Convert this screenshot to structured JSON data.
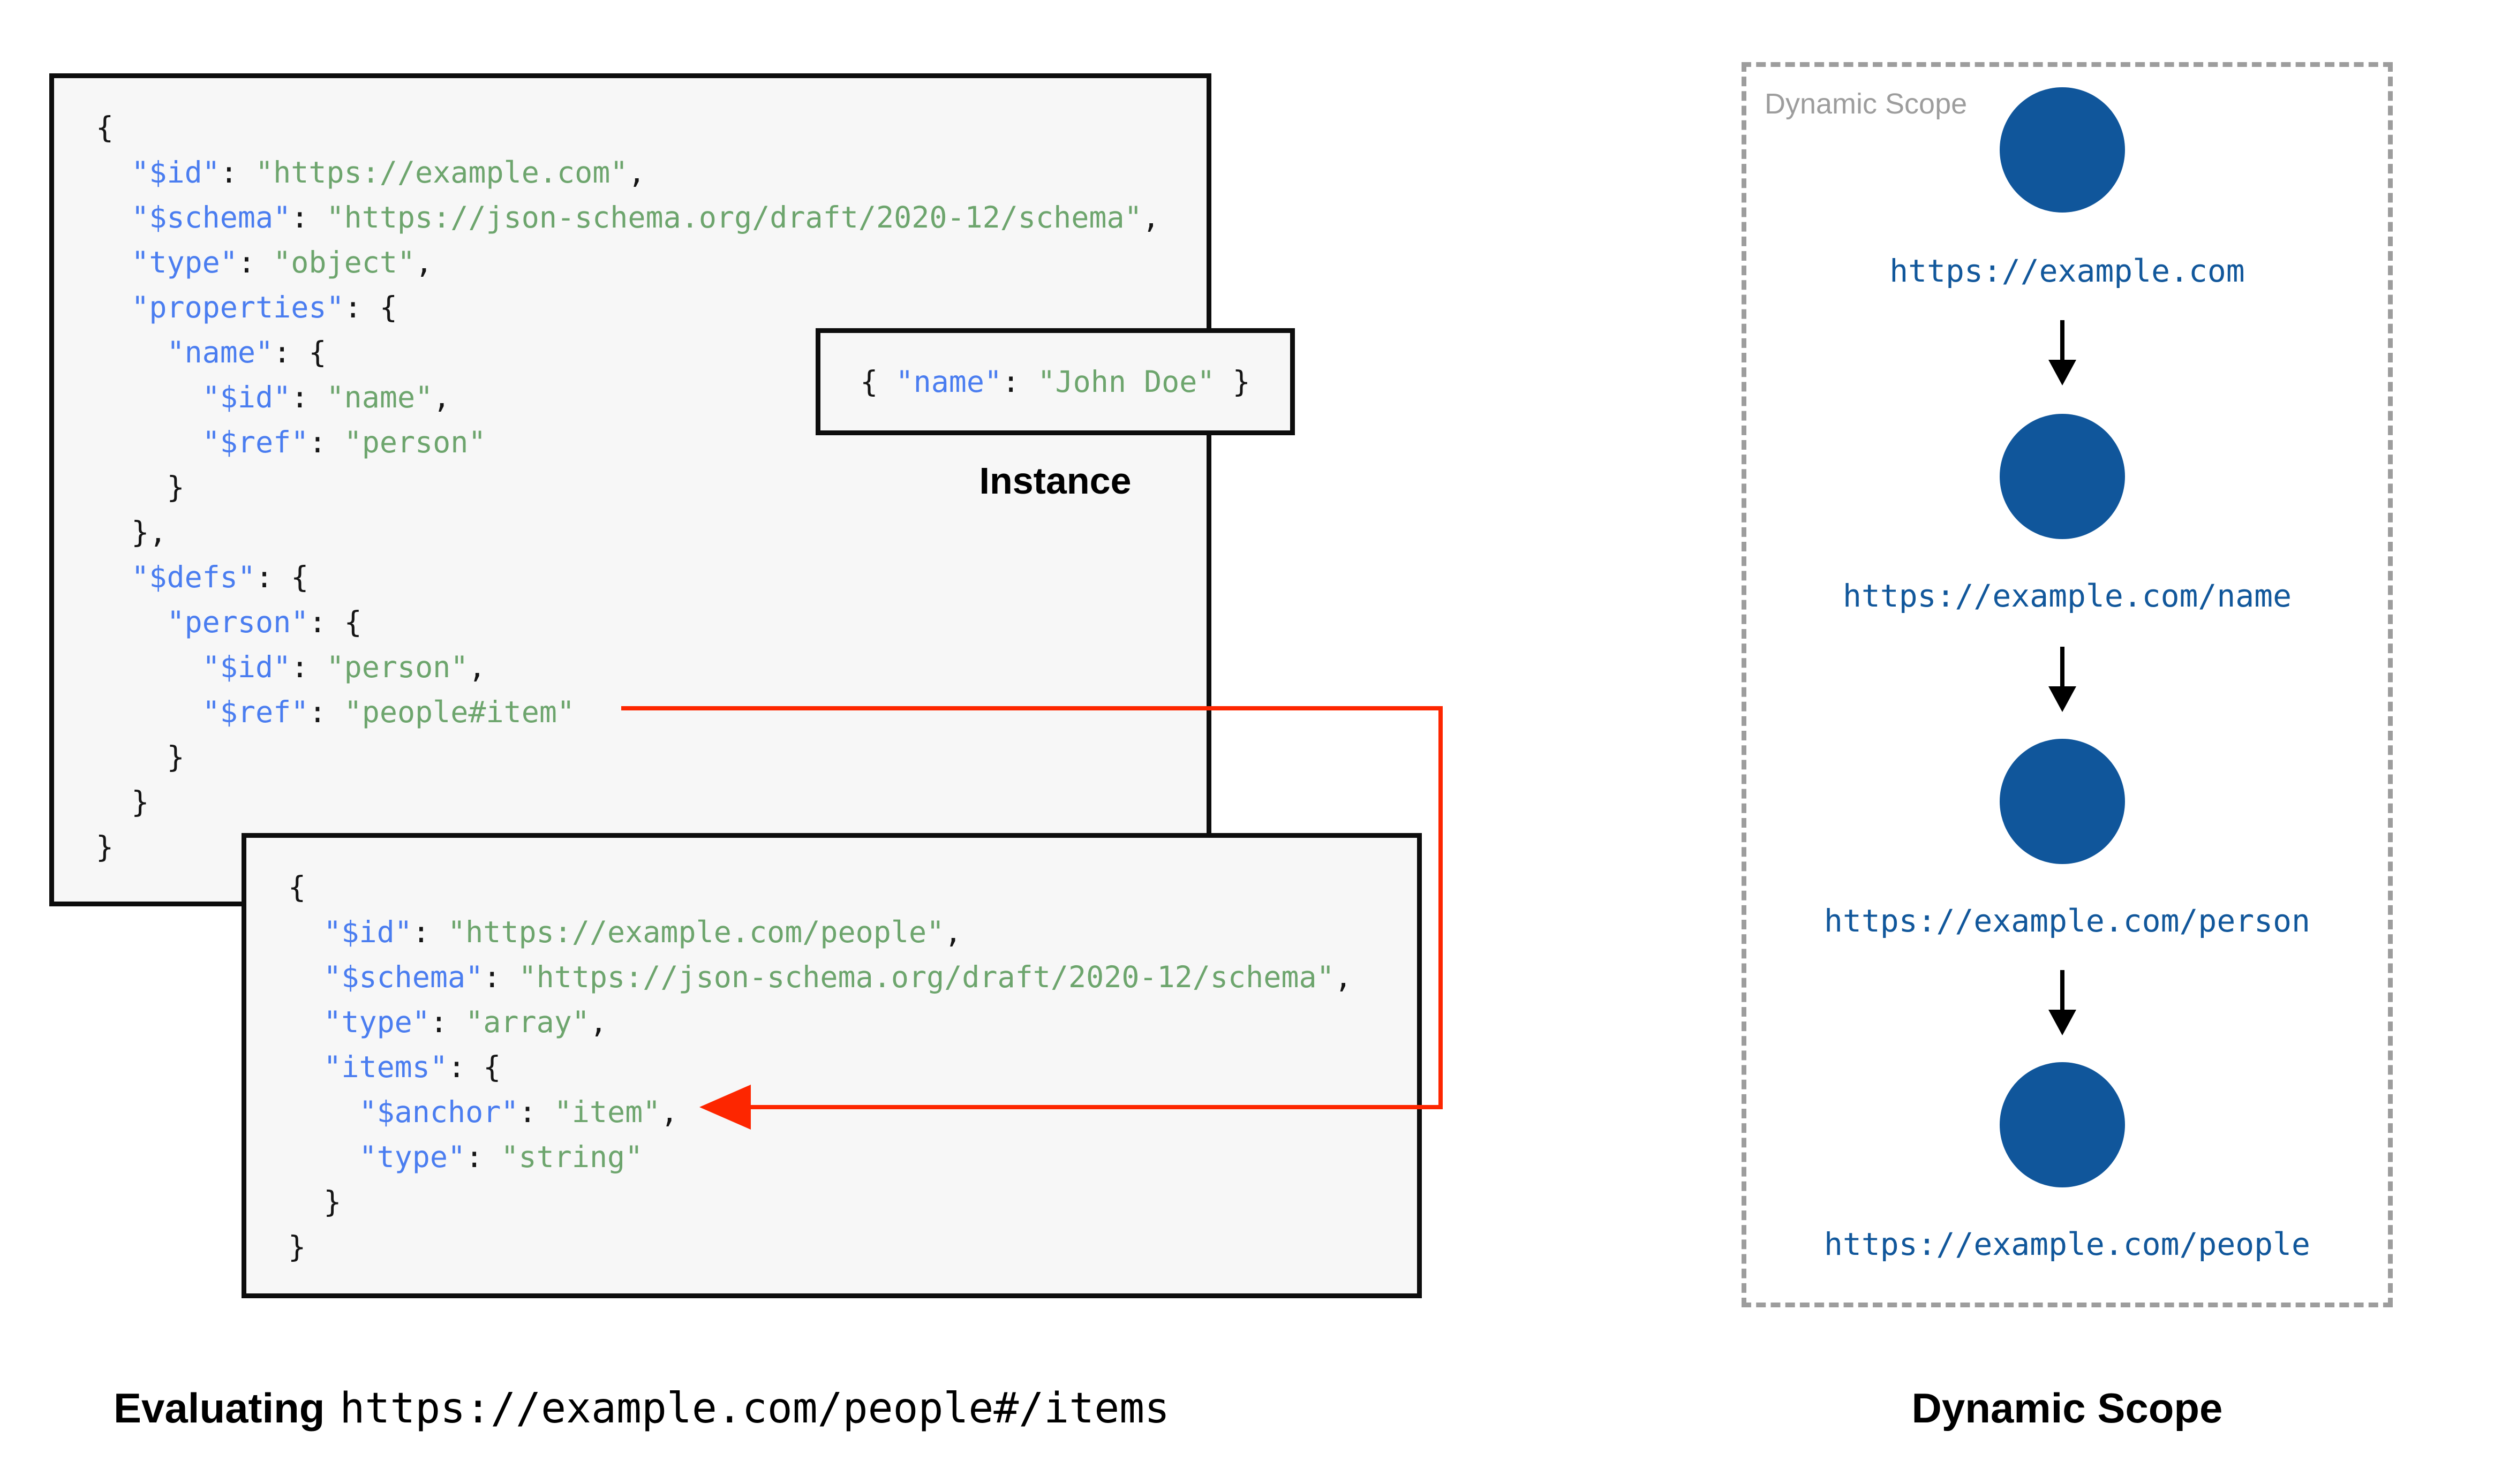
{
  "colors": {
    "key-blue": "#4a7df0",
    "string-green": "#6da56d",
    "punct-black": "#151515",
    "node-blue": "#10569b",
    "node-label-blue": "#11579b",
    "arrow-red": "#fd2600",
    "muted-gray": "#9d9d9d",
    "box-bg": "#f7f7f7",
    "box-border": "#0d0d0d",
    "caption-black": "#000000"
  },
  "schema1": {
    "lines": [
      [
        [
          "p",
          "{"
        ]
      ],
      [
        [
          "p",
          "  "
        ],
        [
          "k",
          "\"$id\""
        ],
        [
          "p",
          ": "
        ],
        [
          "s",
          "\"https://example.com\""
        ],
        [
          "p",
          ","
        ]
      ],
      [
        [
          "p",
          "  "
        ],
        [
          "k",
          "\"$schema\""
        ],
        [
          "p",
          ": "
        ],
        [
          "s",
          "\"https://json-schema.org/draft/2020-12/schema\""
        ],
        [
          "p",
          ","
        ]
      ],
      [
        [
          "p",
          "  "
        ],
        [
          "k",
          "\"type\""
        ],
        [
          "p",
          ": "
        ],
        [
          "s",
          "\"object\""
        ],
        [
          "p",
          ","
        ]
      ],
      [
        [
          "p",
          "  "
        ],
        [
          "k",
          "\"properties\""
        ],
        [
          "p",
          ": {"
        ]
      ],
      [
        [
          "p",
          "    "
        ],
        [
          "k",
          "\"name\""
        ],
        [
          "p",
          ": {"
        ]
      ],
      [
        [
          "p",
          "      "
        ],
        [
          "k",
          "\"$id\""
        ],
        [
          "p",
          ": "
        ],
        [
          "s",
          "\"name\""
        ],
        [
          "p",
          ","
        ]
      ],
      [
        [
          "p",
          "      "
        ],
        [
          "k",
          "\"$ref\""
        ],
        [
          "p",
          ": "
        ],
        [
          "s",
          "\"person\""
        ]
      ],
      [
        [
          "p",
          "    }"
        ]
      ],
      [
        [
          "p",
          "  },"
        ]
      ],
      [
        [
          "p",
          "  "
        ],
        [
          "k",
          "\"$defs\""
        ],
        [
          "p",
          ": {"
        ]
      ],
      [
        [
          "p",
          "    "
        ],
        [
          "k",
          "\"person\""
        ],
        [
          "p",
          ": {"
        ]
      ],
      [
        [
          "p",
          "      "
        ],
        [
          "k",
          "\"$id\""
        ],
        [
          "p",
          ": "
        ],
        [
          "s",
          "\"person\""
        ],
        [
          "p",
          ","
        ]
      ],
      [
        [
          "p",
          "      "
        ],
        [
          "k",
          "\"$ref\""
        ],
        [
          "p",
          ": "
        ],
        [
          "s",
          "\"people#item\""
        ]
      ],
      [
        [
          "p",
          "    }"
        ]
      ],
      [
        [
          "p",
          "  }"
        ]
      ],
      [
        [
          "p",
          "}"
        ]
      ]
    ]
  },
  "schema2": {
    "lines": [
      [
        [
          "p",
          "{"
        ]
      ],
      [
        [
          "p",
          "  "
        ],
        [
          "k",
          "\"$id\""
        ],
        [
          "p",
          ": "
        ],
        [
          "s",
          "\"https://example.com/people\""
        ],
        [
          "p",
          ","
        ]
      ],
      [
        [
          "p",
          "  "
        ],
        [
          "k",
          "\"$schema\""
        ],
        [
          "p",
          ": "
        ],
        [
          "s",
          "\"https://json-schema.org/draft/2020-12/schema\""
        ],
        [
          "p",
          ","
        ]
      ],
      [
        [
          "p",
          "  "
        ],
        [
          "k",
          "\"type\""
        ],
        [
          "p",
          ": "
        ],
        [
          "s",
          "\"array\""
        ],
        [
          "p",
          ","
        ]
      ],
      [
        [
          "p",
          "  "
        ],
        [
          "k",
          "\"items\""
        ],
        [
          "p",
          ": {"
        ]
      ],
      [
        [
          "p",
          "    "
        ],
        [
          "k",
          "\"$anchor\""
        ],
        [
          "p",
          ": "
        ],
        [
          "s",
          "\"item\""
        ],
        [
          "p",
          ","
        ]
      ],
      [
        [
          "p",
          "    "
        ],
        [
          "k",
          "\"type\""
        ],
        [
          "p",
          ": "
        ],
        [
          "s",
          "\"string\""
        ]
      ],
      [
        [
          "p",
          "  }"
        ]
      ],
      [
        [
          "p",
          "}"
        ]
      ]
    ]
  },
  "instance": {
    "label": "Instance",
    "lines": [
      [
        [
          "p",
          "{ "
        ],
        [
          "k",
          "\"name\""
        ],
        [
          "p",
          ": "
        ],
        [
          "s",
          "\"John Doe\""
        ],
        [
          "p",
          " }"
        ]
      ]
    ]
  },
  "scope_panel": {
    "watermark": "Dynamic Scope",
    "nodes": [
      {
        "label": "https://example.com"
      },
      {
        "label": "https://example.com/name"
      },
      {
        "label": "https://example.com/person"
      },
      {
        "label": "https://example.com/people"
      }
    ]
  },
  "captions": {
    "evaluating_prefix": "Evaluating",
    "evaluating_uri": "https://example.com/people#/items",
    "scope_title": "Dynamic Scope"
  }
}
